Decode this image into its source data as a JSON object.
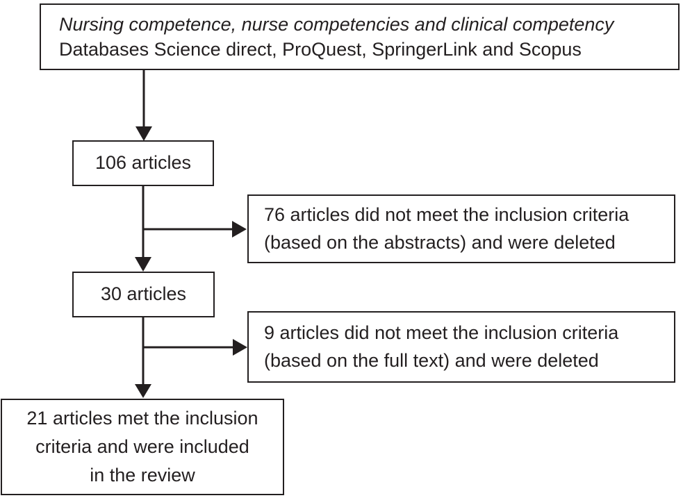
{
  "colors": {
    "ink": "#231f20",
    "background": "#ffffff"
  },
  "flowchart": {
    "search_box": {
      "query_line": "Nursing competence, nurse competencies and clinical competency",
      "databases_line": "Databases Science direct, ProQuest, SpringerLink and Scopus"
    },
    "screened_box": {
      "label": "106 articles"
    },
    "excluded_abstracts_box": {
      "line1": "76 articles did not meet the inclusion criteria",
      "line2": "(based on the abstracts) and were deleted"
    },
    "fulltext_box": {
      "label": "30 articles"
    },
    "excluded_fulltext_box": {
      "line1": "9 articles did not meet the inclusion criteria",
      "line2": "(based on the full text) and were deleted"
    },
    "included_box": {
      "line1": "21 articles met the inclusion",
      "line2": "criteria and were included",
      "line3": "in the review"
    }
  }
}
